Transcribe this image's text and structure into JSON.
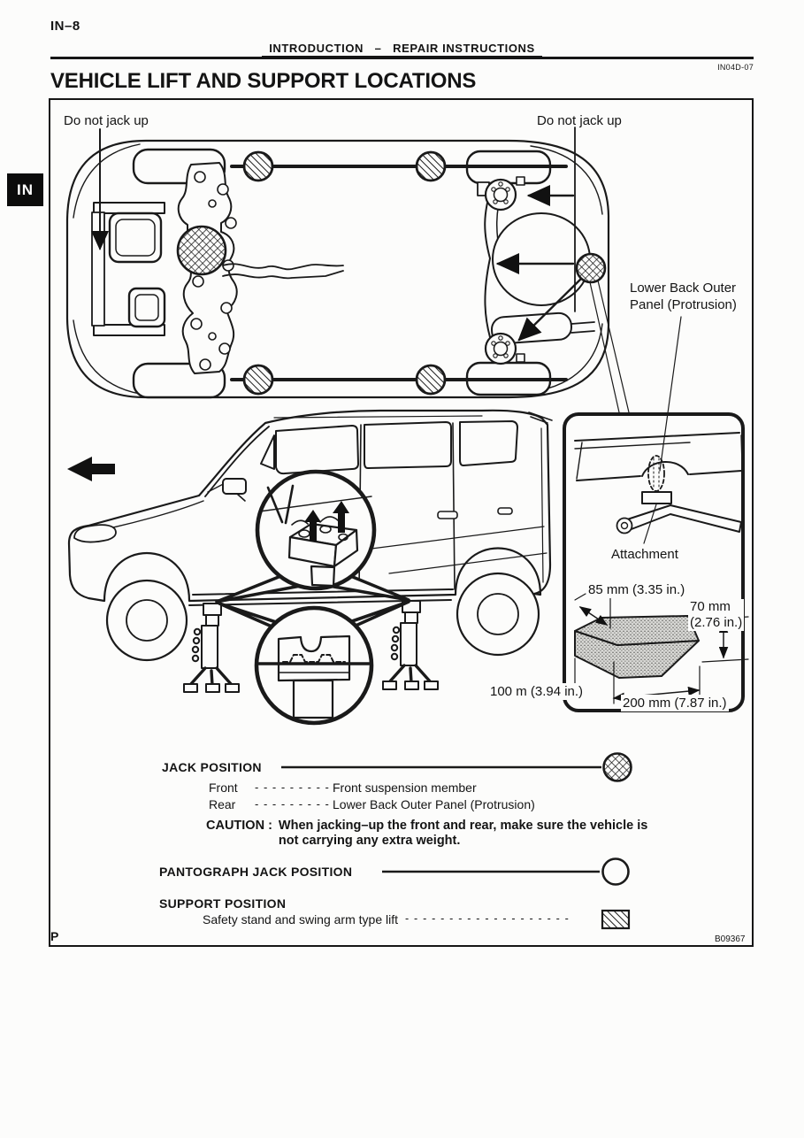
{
  "page": {
    "page_number": "IN–8",
    "section_tab": "IN",
    "header": "INTRODUCTION   –   REPAIR INSTRUCTIONS",
    "doc_code": "IN04D-07",
    "title": "VEHICLE LIFT AND SUPPORT LOCATIONS",
    "footer_mark": "P",
    "figure_code": "B09367"
  },
  "figure": {
    "top_view": {
      "do_not_jack_left": "Do not jack up",
      "do_not_jack_right": "Do not jack up",
      "rear_jack_label": "Lower Back Outer\nPanel (Protrusion)"
    },
    "detail_inset": {
      "attachment_label": "Attachment",
      "dim_top": "85 mm (3.35 in.)",
      "dim_height": "70 mm\n(2.76 in.)",
      "dim_depth": "100 m (3.94 in.)",
      "dim_width": "200 mm (7.87 in.)"
    }
  },
  "legend": {
    "jack": {
      "heading": "JACK POSITION",
      "rows": [
        {
          "label": "Front",
          "dashes": "- - - - - - - - -",
          "value": "Front suspension member"
        },
        {
          "label": "Rear",
          "dashes": "- - - - - - - - -",
          "value": "Lower Back Outer Panel (Protrusion)"
        }
      ],
      "caution_label": "CAUTION :",
      "caution_text": "When jacking–up the front and rear, make sure the vehicle is\nnot carrying any extra weight."
    },
    "pantograph": {
      "heading": "PANTOGRAPH JACK POSITION"
    },
    "support": {
      "heading": "SUPPORT POSITION",
      "item": "Safety stand and swing arm type lift",
      "dashes": "- - - - - - - - - - - - - - - - - - -"
    }
  },
  "symbols": {
    "jack_position": "crosshatch-circle",
    "pantograph_jack_position": "open-circle",
    "support_position": "diagonal-hatch-rect"
  },
  "colors": {
    "ink": "#161616",
    "paper": "#fcfcfb"
  }
}
